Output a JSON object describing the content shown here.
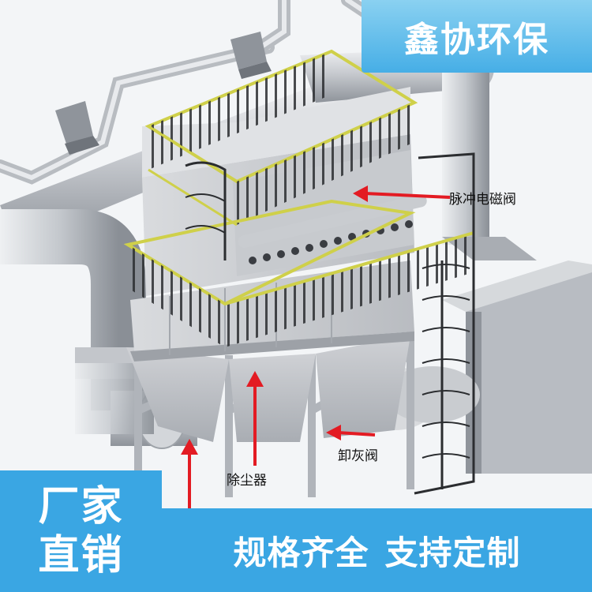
{
  "brand": {
    "name": "鑫协环保"
  },
  "callouts": {
    "pulse_valve": "脉冲电磁阀",
    "dust_collector": "除尘器",
    "discharge_valve": "卸灰阀"
  },
  "banner": {
    "factory_line1": "厂家",
    "factory_line2": "直销",
    "slogan_part1": "规格齐全",
    "slogan_part2": "支持定制"
  },
  "colors": {
    "accent_blue": "#3aa6e3",
    "arrow_red": "#e31b23",
    "railing_yellow": "#d8d84a"
  }
}
